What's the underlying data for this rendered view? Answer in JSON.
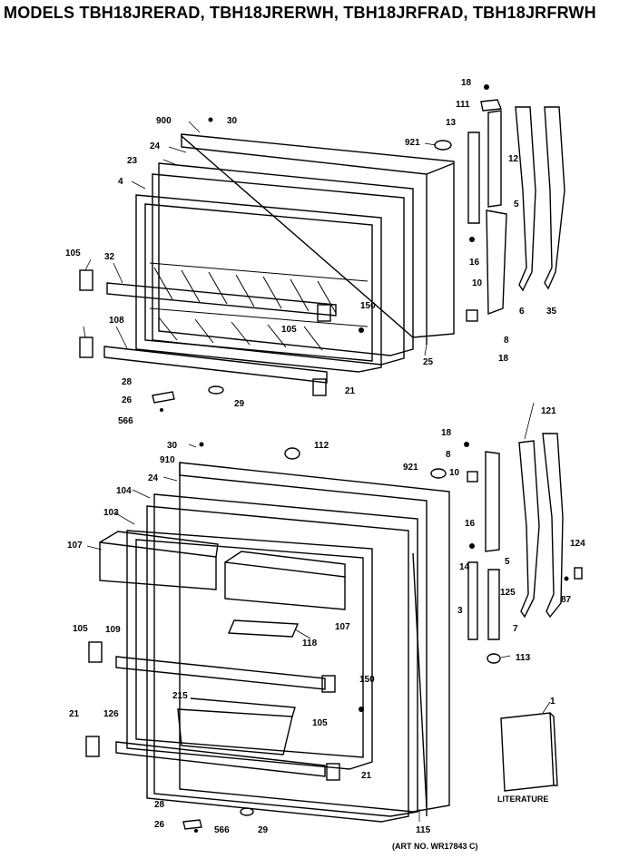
{
  "title": "MODELS TBH18JRERAD, TBH18JRERWH, TBH18JRFRAD, TBH18JRFRWH",
  "art_number": "(ART NO. WR17843 C)",
  "literature_label": "LITERATURE",
  "upper_door_labels": [
    "18",
    "111",
    "900",
    "30",
    "13",
    "921",
    "12",
    "24",
    "23",
    "4",
    "5",
    "105",
    "32",
    "16",
    "150",
    "10",
    "108",
    "105",
    "6",
    "35",
    "8",
    "18",
    "25",
    "28",
    "21",
    "26",
    "29",
    "566"
  ],
  "lower_door_labels": [
    "18",
    "121",
    "30",
    "112",
    "8",
    "910",
    "921",
    "10",
    "24",
    "104",
    "16",
    "5",
    "103",
    "124",
    "107",
    "14",
    "125",
    "3",
    "87",
    "118",
    "107",
    "7",
    "113",
    "105",
    "109",
    "150",
    "215",
    "105",
    "21",
    "126",
    "1",
    "21",
    "28",
    "26",
    "566",
    "29",
    "115"
  ]
}
